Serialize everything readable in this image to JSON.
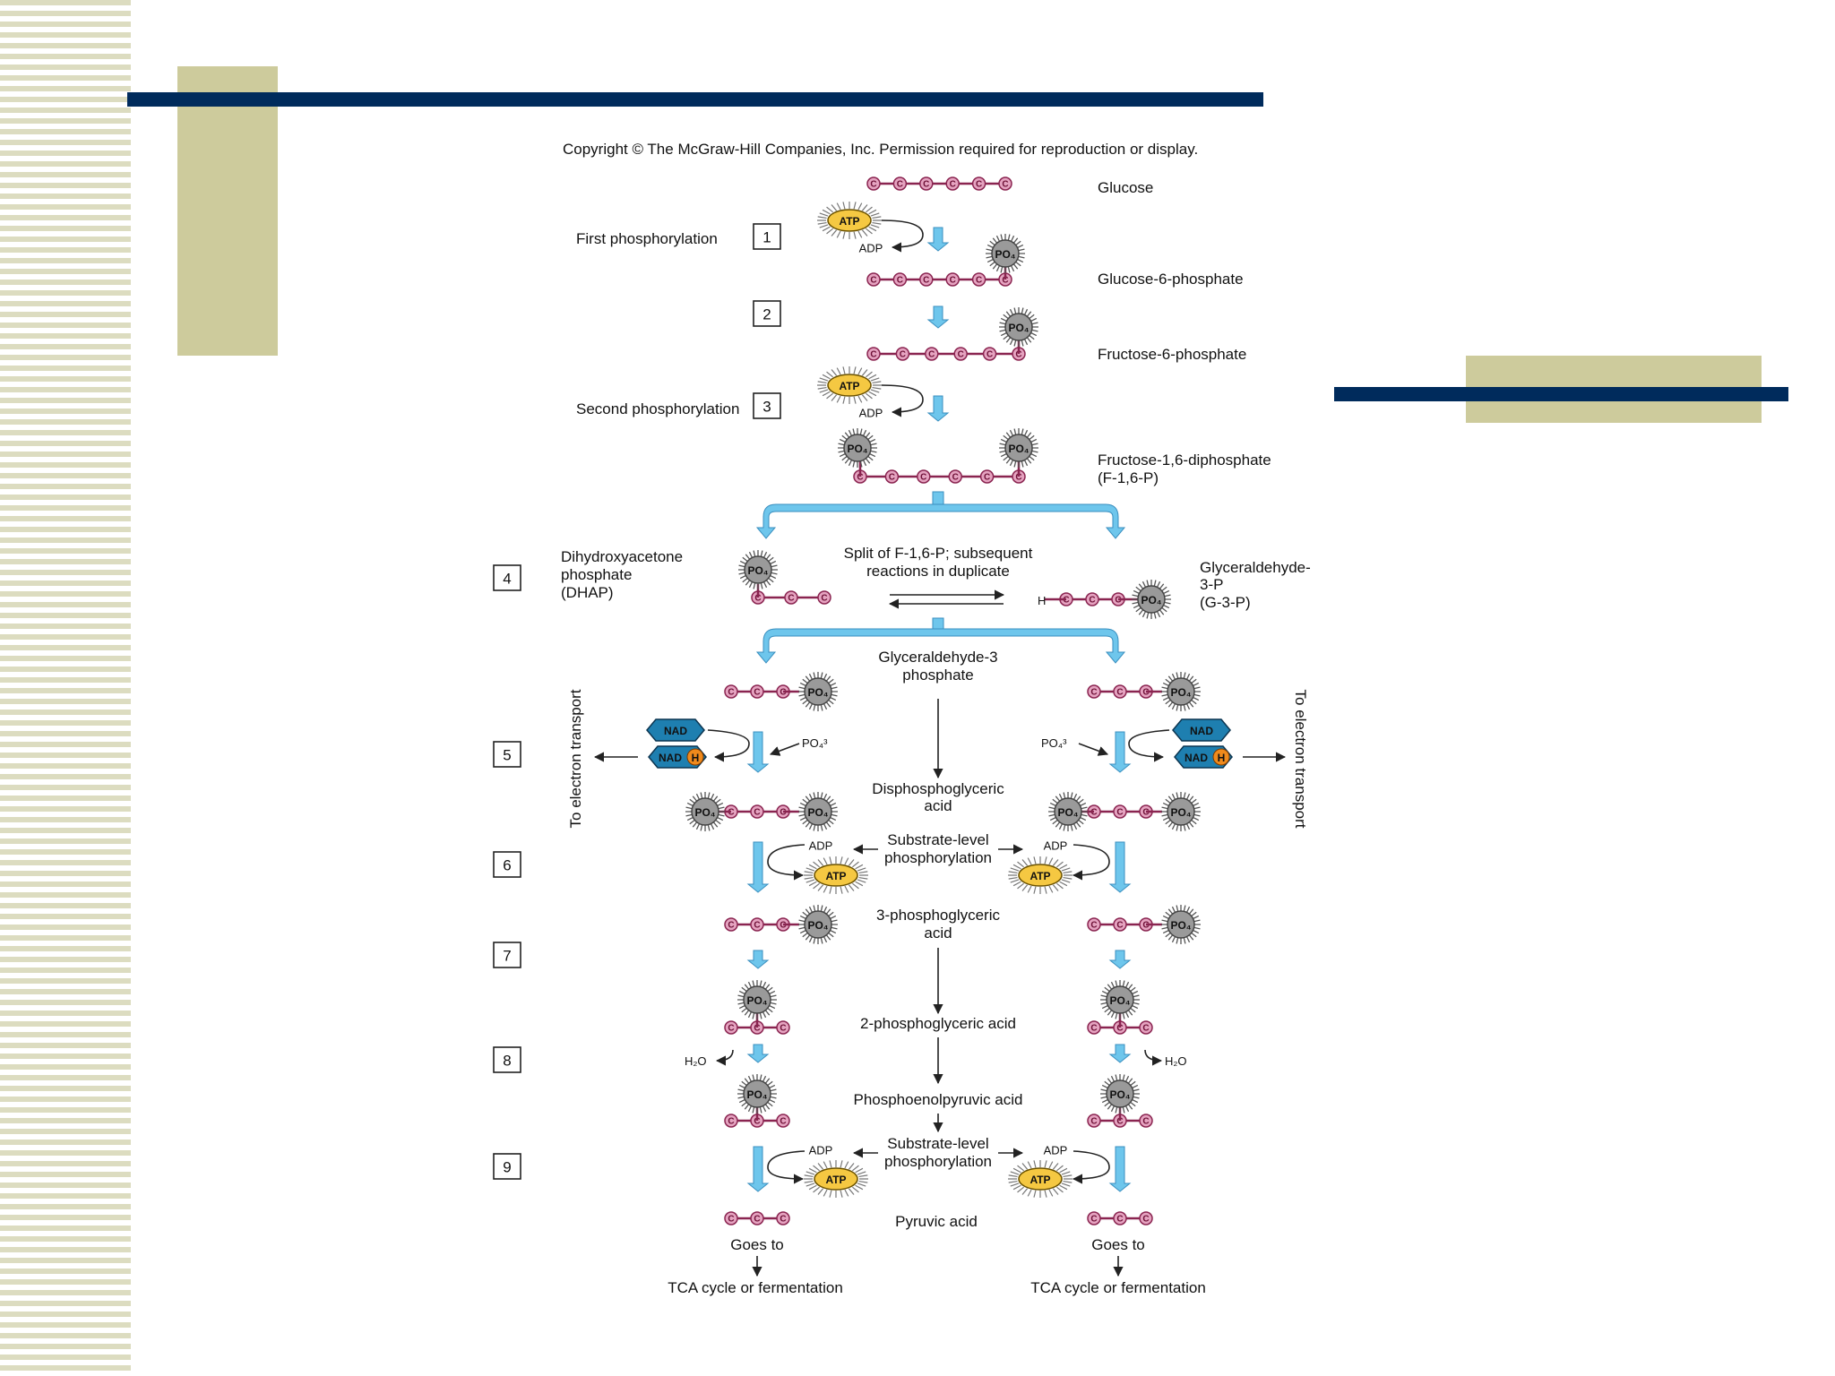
{
  "copyright": "Copyright © The McGraw-Hill Companies, Inc. Permission required for reproduction or display.",
  "molecules": {
    "glucose": "Glucose",
    "g6p": "Glucose-6-phosphate",
    "f6p": "Fructose-6-phosphate",
    "f16p_line1": "Fructose-1,6-diphosphate",
    "f16p_line2": "(F-1,6-P)",
    "dhap_line1": "Dihydroxyacetone",
    "dhap_line2": "phosphate",
    "dhap_line3": "(DHAP)",
    "g3p_line1": "Glyceraldehyde-",
    "g3p_line2": "3-P",
    "g3p_line3": "(G-3-P)",
    "g3p_center_line1": "Glyceraldehyde-3",
    "g3p_center_line2": "phosphate",
    "dpga_line1": "Disphosphoglyceric",
    "dpga_line2": "acid",
    "pga3_line1": "3-phosphoglyceric",
    "pga3_line2": "acid",
    "pga2": "2-phosphoglyceric acid",
    "pep": "Phosphoenolpyruvic acid",
    "pyruvate": "Pyruvic acid"
  },
  "labels": {
    "first_phos": "First phosphorylation",
    "second_phos": "Second phosphorylation",
    "split_line1": "Split of F-1,6-P; subsequent",
    "split_line2": "reactions in duplicate",
    "slp_line1": "Substrate-level",
    "slp_line2": "phosphorylation",
    "to_electron": "To electron transport",
    "goes_to": "Goes to",
    "tca": "TCA cycle or fermentation",
    "h2o": "H₂O",
    "h": "H"
  },
  "chem": {
    "atp": "ATP",
    "adp": "ADP",
    "po4": "PO₄",
    "po4_free": "PO₄³",
    "nad": "NAD",
    "nadh": "NAD",
    "h": "H",
    "carbon": "C"
  },
  "steps": [
    "1",
    "2",
    "3",
    "4",
    "5",
    "6",
    "7",
    "8",
    "9"
  ],
  "colors": {
    "arrow_blue": "#6ec6ec",
    "atp_yellow": "#f5c842",
    "po4_gray": "#9a9a9a",
    "carbon_pink": "#e5a3c0",
    "nad_blue": "#1e7fb0",
    "h_orange": "#f08a1c",
    "deco_navy": "#002b5c",
    "deco_khaki": "#cdcb9c"
  }
}
